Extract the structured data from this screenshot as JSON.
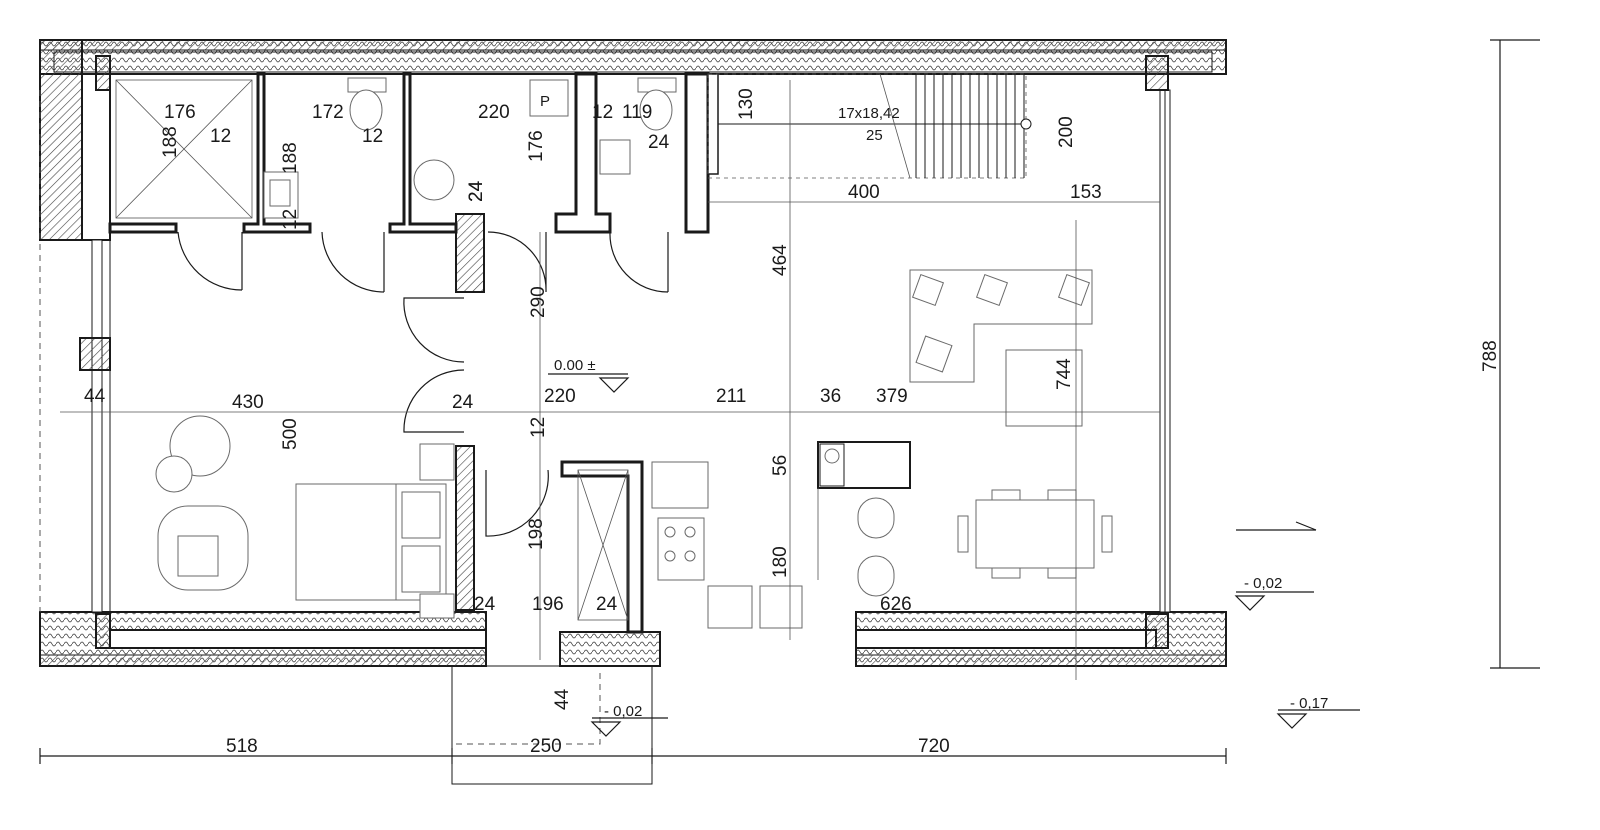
{
  "dimensions": {
    "top": [
      "176",
      "12",
      "188",
      "172",
      "188",
      "12",
      "12",
      "220",
      "176",
      "24",
      "12",
      "119",
      "24",
      "130",
      "200"
    ],
    "stair_formula": "17x18,42",
    "stair_count": "25",
    "middle": [
      "400",
      "153",
      "464",
      "24",
      "290",
      "44",
      "430",
      "500",
      "24",
      "220",
      "211",
      "36",
      "379",
      "744",
      "12",
      "56",
      "198",
      "180",
      "24",
      "196",
      "24",
      "626"
    ],
    "bottom": [
      "44",
      "518",
      "250",
      "720"
    ],
    "overall_height": "788"
  },
  "levels": {
    "main": "0.00 ±",
    "terrace": "- 0,02",
    "entrance": "- 0,02",
    "ground": "- 0,17"
  },
  "colors": {
    "line": "#1a1a1a",
    "wall_fill": "#ffffff",
    "hatch": "#444444"
  }
}
